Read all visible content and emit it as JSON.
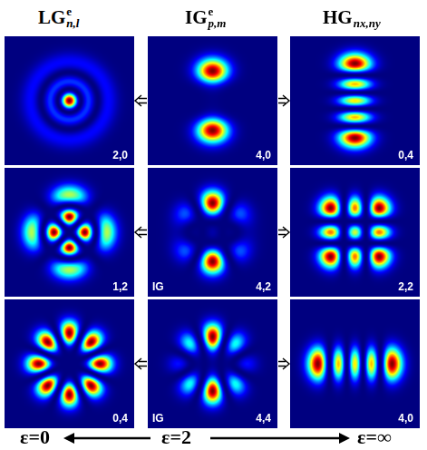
{
  "diagram": {
    "nodes": [
      {
        "text": [
          "2,0"
        ]
      },
      {
        "text": [
          "4,0"
        ]
      },
      {
        "text": [
          "0,4"
        ]
      },
      {
        "text": [
          "1,2"
        ]
      },
      {
        "text": [
          "IG",
          "4,2"
        ]
      },
      {
        "text": [
          "2,2"
        ]
      },
      {
        "text": [
          "0,4"
        ]
      },
      {
        "text": [
          "IG",
          "4,4"
        ]
      },
      {
        "text": [
          "4,0"
        ]
      }
    ],
    "edges": [
      {
        "from": 1,
        "to": 0,
        "arrow": "to"
      },
      {
        "from": 1,
        "to": 2,
        "arrow": "to"
      },
      {
        "from": 4,
        "to": 3,
        "arrow": "to"
      },
      {
        "from": 4,
        "to": 5,
        "arrow": "to"
      },
      {
        "from": 7,
        "to": 6,
        "arrow": "to"
      },
      {
        "from": 7,
        "to": 8,
        "arrow": "to"
      }
    ],
    "labels": [
      "LG",
      "e",
      "n,l",
      "IG",
      "e",
      "p,m",
      "HG",
      "nx,ny",
      "ε=0",
      "ε=2",
      "ε=∞"
    ]
  }
}
